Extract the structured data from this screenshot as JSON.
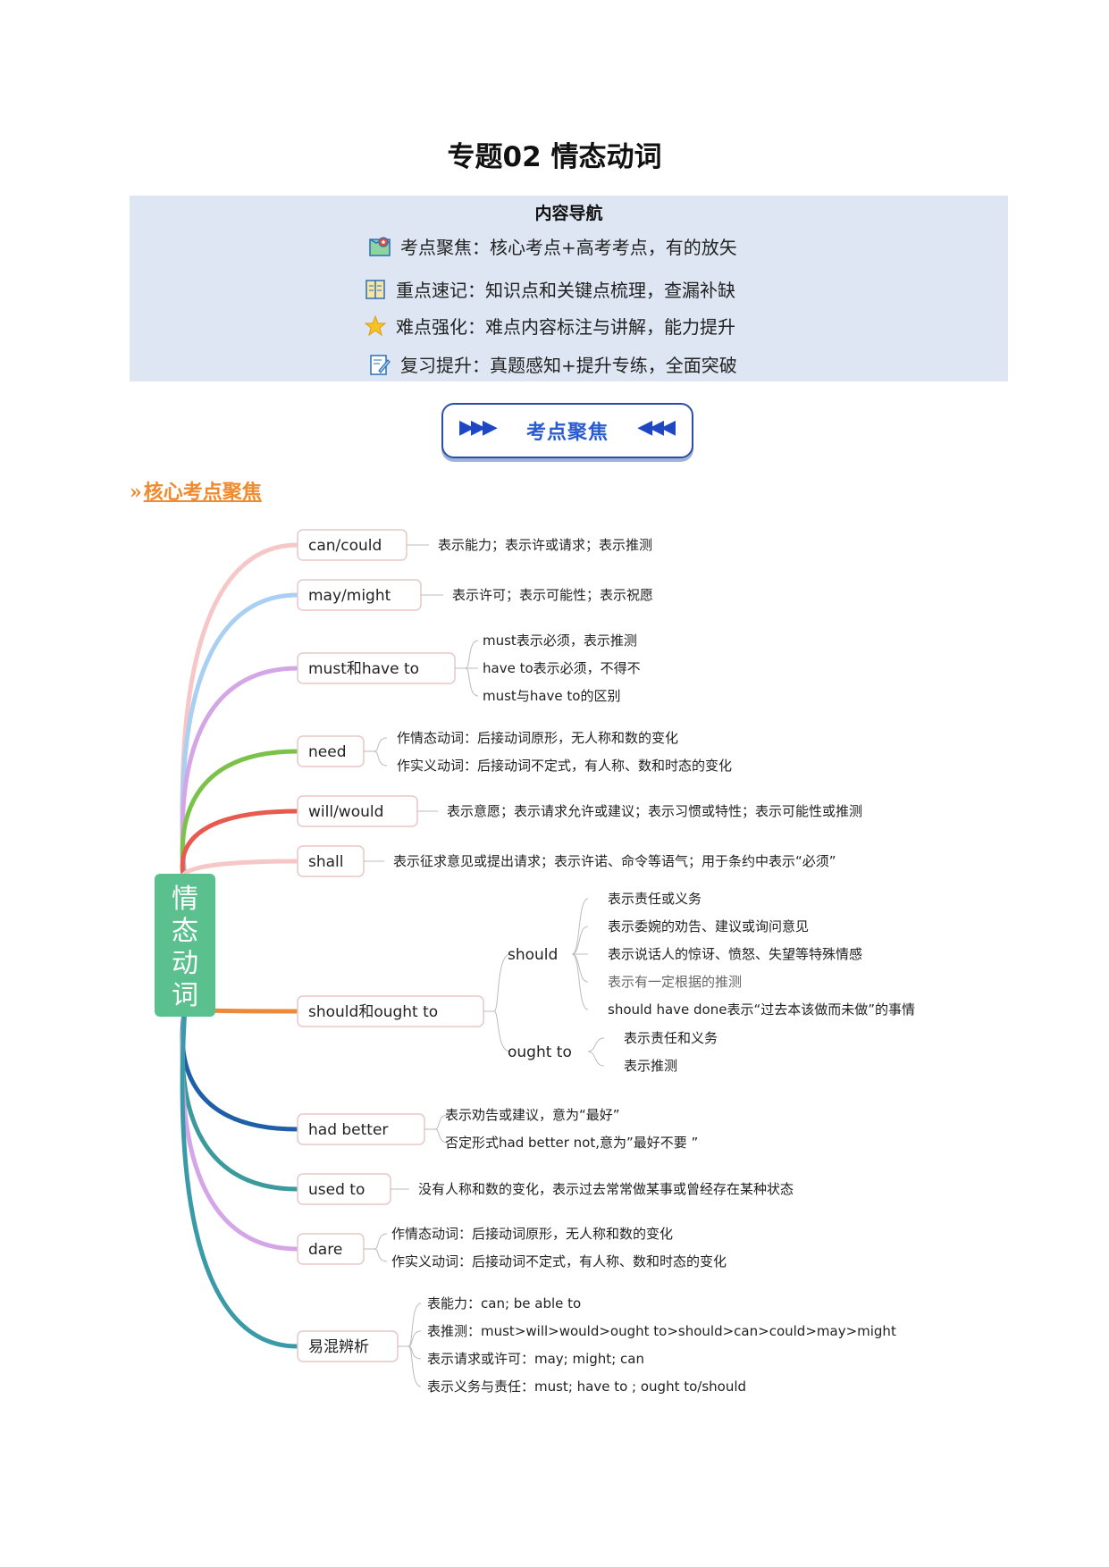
{
  "page": {
    "title": "专题02 情态动词"
  },
  "nav": {
    "heading": "内容导航",
    "items": [
      {
        "icon": "map-pin-icon",
        "text": "考点聚焦：核心考点+高考考点，有的放矢"
      },
      {
        "icon": "notebook-icon",
        "text": "重点速记：知识点和关键点梳理，查漏补缺"
      },
      {
        "icon": "star-icon",
        "text": "难点强化：难点内容标注与讲解，能力提升"
      },
      {
        "icon": "edit-icon",
        "text": "复习提升：真题感知+提升专练，全面突破"
      }
    ]
  },
  "banner": {
    "text": "考点聚焦",
    "arrows_left": "▶▶▶",
    "arrows_right": "◀◀◀"
  },
  "section": {
    "chevron": "»",
    "title": "核心考点聚焦"
  },
  "mindmap": {
    "root": {
      "chars": [
        "情",
        "态",
        "动",
        "词"
      ],
      "color": "#5ac18e"
    },
    "branches": [
      {
        "label": "can/could",
        "color": "#f7c6c6",
        "leaves": [
          "表示能力；表示许或请求；表示推测"
        ]
      },
      {
        "label": "may/might",
        "color": "#a9cff3",
        "leaves": [
          "表示许可；表示可能性；表示祝愿"
        ]
      },
      {
        "label": "must和have to",
        "color": "#d4a6e8",
        "leaves": [
          "must表示必须，表示推测",
          "have to表示必须，不得不",
          "must与have to的区别"
        ]
      },
      {
        "label": "need",
        "color": "#7cc24a",
        "leaves": [
          "作情态动词：后接动词原形，无人称和数的变化",
          "作实义动词：后接动词不定式，有人称、数和时态的变化"
        ]
      },
      {
        "label": "will/would",
        "color": "#e85a4f",
        "leaves": [
          "表示意愿；表示请求允许或建议；表示习惯或特性；表示可能性或推测"
        ]
      },
      {
        "label": "shall",
        "color": "#f7c6c6",
        "leaves": [
          "表示征求意见或提出请求；表示许诺、命令等语气；用于条约中表示“必须”"
        ]
      },
      {
        "label": "should和ought to",
        "color": "#ec8a3a",
        "sub": [
          {
            "label": "should",
            "leaves": [
              "表示责任或义务",
              "表示委婉的劝告、建议或询问意见",
              "表示说话人的惊讶、愤怒、失望等特殊情感",
              "表示有一定根据的推测",
              "should have done表示“过去本该做而未做”的事情"
            ]
          },
          {
            "label": "ought to",
            "leaves": [
              "表示责任和义务",
              "表示推测"
            ]
          }
        ]
      },
      {
        "label": "had better",
        "color": "#1f5fa8",
        "leaves": [
          "表示劝告或建议，意为“最好”",
          "否定形式had better not,意为”最好不要 ”"
        ]
      },
      {
        "label": "used to",
        "color": "#3a9a9c",
        "leaves": [
          "没有人称和数的变化，表示过去常常做某事或曾经存在某种状态"
        ]
      },
      {
        "label": "dare",
        "color": "#d4a6e8",
        "leaves": [
          "作情态动词：后接动词原形，无人称和数的变化",
          "作实义动词：后接动词不定式，有人称、数和时态的变化"
        ]
      },
      {
        "label": "易混辨析",
        "color": "#3a9aa8",
        "leaves": [
          "表能力：can; be able to",
          "表推测：must>will>would>ought to>should>can>could>may>might",
          "表示请求或许可：may; might; can",
          "表示义务与责任：must; have to ; ought to/should"
        ]
      }
    ]
  }
}
